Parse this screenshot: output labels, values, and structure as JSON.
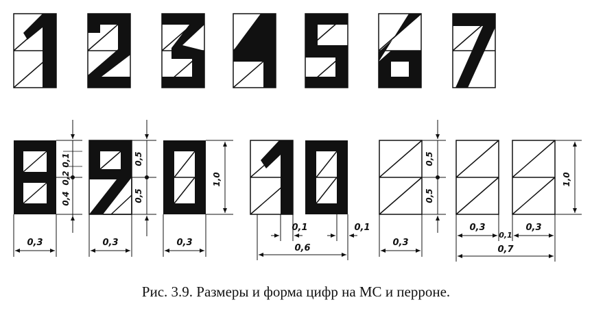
{
  "digits_row1": [
    "1",
    "2",
    "3",
    "4",
    "5",
    "6",
    "7"
  ],
  "digits_row2": [
    "8",
    "9",
    "0",
    "1",
    "0"
  ],
  "dimensions": {
    "w_03": "0,3",
    "h_01": "0,1",
    "h_02": "0,2",
    "h_04": "0,4",
    "h_05": "0,5",
    "h_10": "1,0",
    "w_01": "0,1",
    "w_06": "0,6",
    "w_07": "0,7"
  },
  "caption": "Рис. 3.9. Размеры и форма цифр на МС и перроне."
}
